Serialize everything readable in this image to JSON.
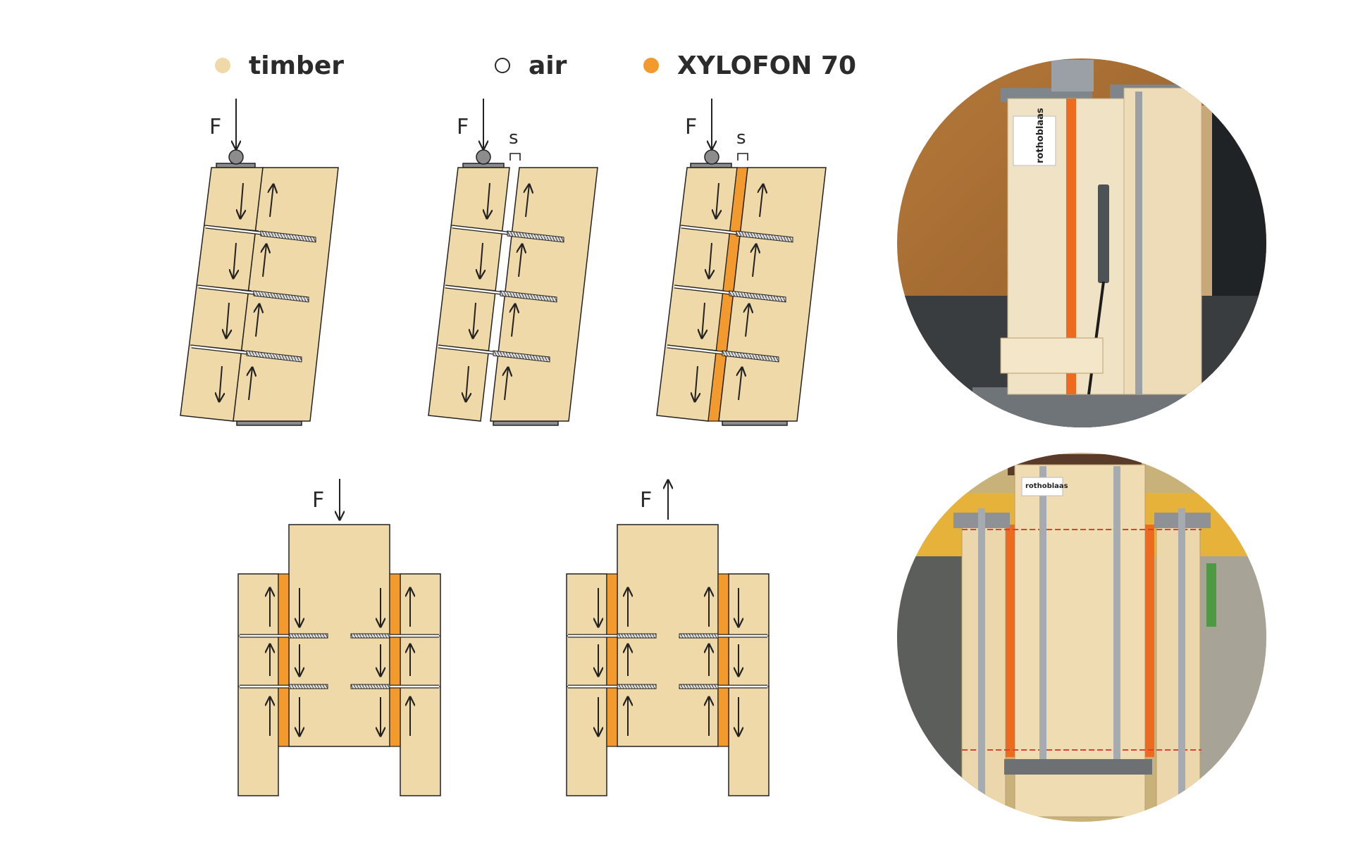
{
  "colors": {
    "timber": "#f0d9a8",
    "air": "#ffffff",
    "xylofon": "#f29a2e",
    "outline": "#222222",
    "plate": "#8c8c8c"
  },
  "legend": {
    "timber": "timber",
    "air": "air",
    "xylofon": "XYLOFON 70"
  },
  "diagrams": {
    "force_label": "F",
    "gap_label": "s"
  },
  "photos": {
    "top": {
      "brand_label": "rothoblaas"
    },
    "bottom": {
      "brand_label": "rothoblaas"
    }
  }
}
